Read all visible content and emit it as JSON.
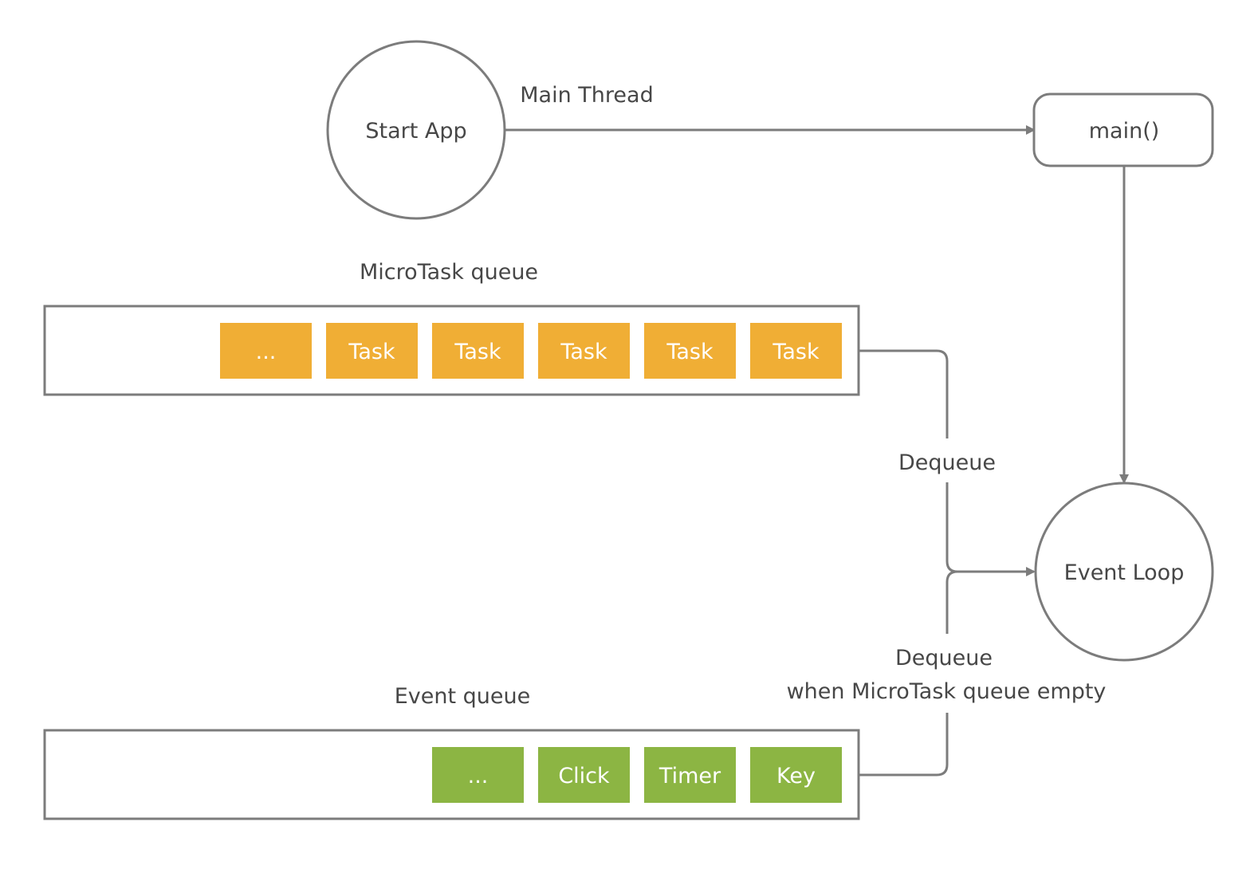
{
  "nodes": {
    "start_app": "Start App",
    "main_fn": "main()",
    "event_loop": "Event Loop"
  },
  "labels": {
    "main_thread": "Main Thread",
    "microtask_queue": "MicroTask queue",
    "event_queue": "Event queue",
    "dequeue_microtask": "Dequeue",
    "dequeue_event_line1": "Dequeue",
    "dequeue_event_line2": "when MicroTask queue empty"
  },
  "microtask_items": [
    "...",
    "Task",
    "Task",
    "Task",
    "Task",
    "Task"
  ],
  "event_items": [
    "...",
    "Click",
    "Timer",
    "Key"
  ],
  "colors": {
    "microtask": "#f0ae35",
    "event": "#8cb543",
    "line": "#7c7c7c",
    "text": "#474747"
  }
}
